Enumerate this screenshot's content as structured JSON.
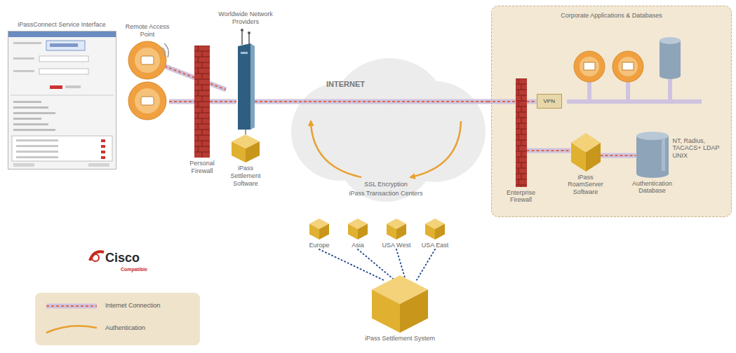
{
  "diagram": {
    "nodes": [
      {
        "text": [
          "iPassConnect Service Interface"
        ]
      },
      {
        "text": [
          "Remote Access Point"
        ]
      },
      {
        "text": [
          "Personal Firewall"
        ]
      },
      {
        "text": [
          "Worldwide Network Providers"
        ]
      },
      {
        "text": [
          "iPass Settlement Software"
        ]
      },
      {
        "text": [
          "INTERNET",
          "SSL Encryption",
          "iPass Transaction Centers"
        ]
      },
      {
        "text": [
          "Europe"
        ]
      },
      {
        "text": [
          "Asia"
        ]
      },
      {
        "text": [
          "USA West"
        ]
      },
      {
        "text": [
          "USA East"
        ]
      },
      {
        "text": [
          "iPass Settlement System"
        ]
      },
      {
        "text": [
          "Corporate Applications & Databases"
        ]
      },
      {
        "text": [
          "VPN"
        ],
        "in": 11
      },
      {
        "text": [
          "Enterprise Firewall"
        ],
        "in": 11
      },
      {
        "text": [
          "iPass RoamServer Software"
        ],
        "in": 11
      },
      {
        "text": [
          "NT, Radius, TACACS+ LDAP UNIX",
          "Authentication Database"
        ],
        "in": 11
      }
    ],
    "edges": [
      {
        "from": 1,
        "to": 2,
        "arrow": "none"
      },
      {
        "from": 2,
        "to": 3,
        "arrow": "none"
      },
      {
        "from": 3,
        "to": 5,
        "arrow": "none"
      },
      {
        "from": 5,
        "to": 13,
        "arrow": "none"
      },
      {
        "from": 13,
        "to": 12,
        "arrow": "none"
      },
      {
        "from": 3,
        "to": 4,
        "arrow": "none"
      },
      {
        "from": 13,
        "to": 14,
        "arrow": "none"
      },
      {
        "from": 14,
        "to": 15,
        "arrow": "none"
      },
      {
        "from": 6,
        "to": 10,
        "arrow": "none"
      },
      {
        "from": 7,
        "to": 10,
        "arrow": "none"
      },
      {
        "from": 8,
        "to": 10,
        "arrow": "none"
      },
      {
        "from": 9,
        "to": 10,
        "arrow": "none"
      }
    ],
    "labels": [
      "Cisco",
      "Compatible"
    ],
    "legend": [
      {
        "text": "Internet Connection"
      },
      {
        "text": "Authentication"
      }
    ]
  }
}
